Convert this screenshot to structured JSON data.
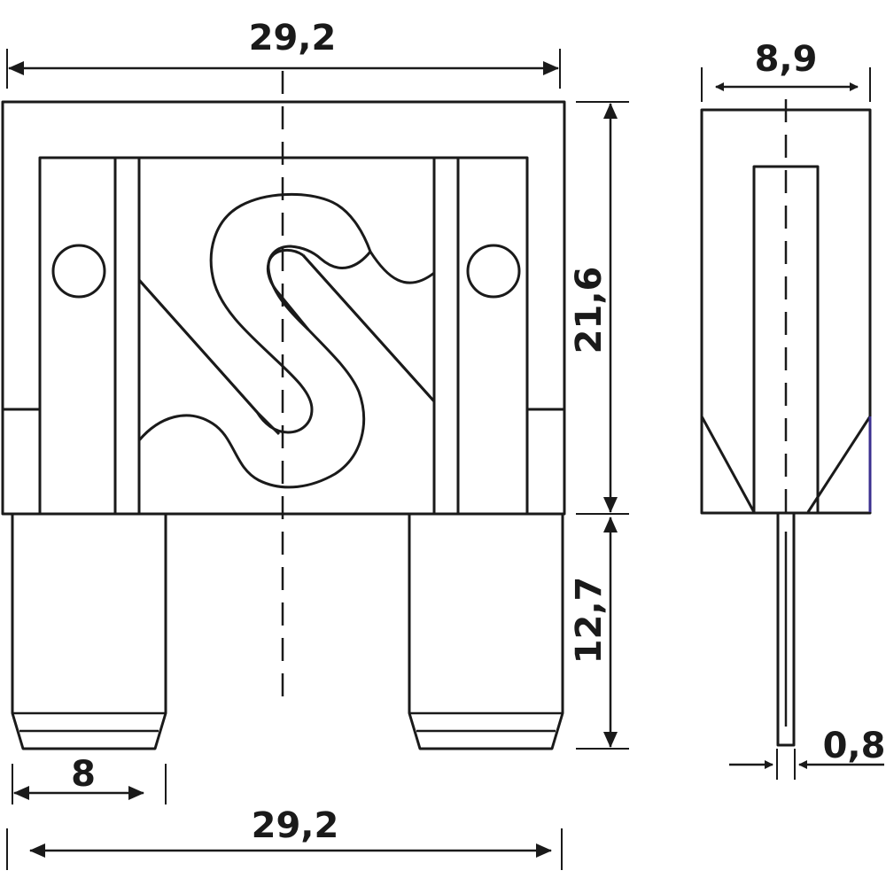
{
  "dimensions": {
    "top_width": "29,2",
    "bottom_width": "29,2",
    "terminal_width": "8",
    "body_height": "21,6",
    "terminal_length": "12,7",
    "side_width": "8,9",
    "blade_thickness": "0,8"
  }
}
